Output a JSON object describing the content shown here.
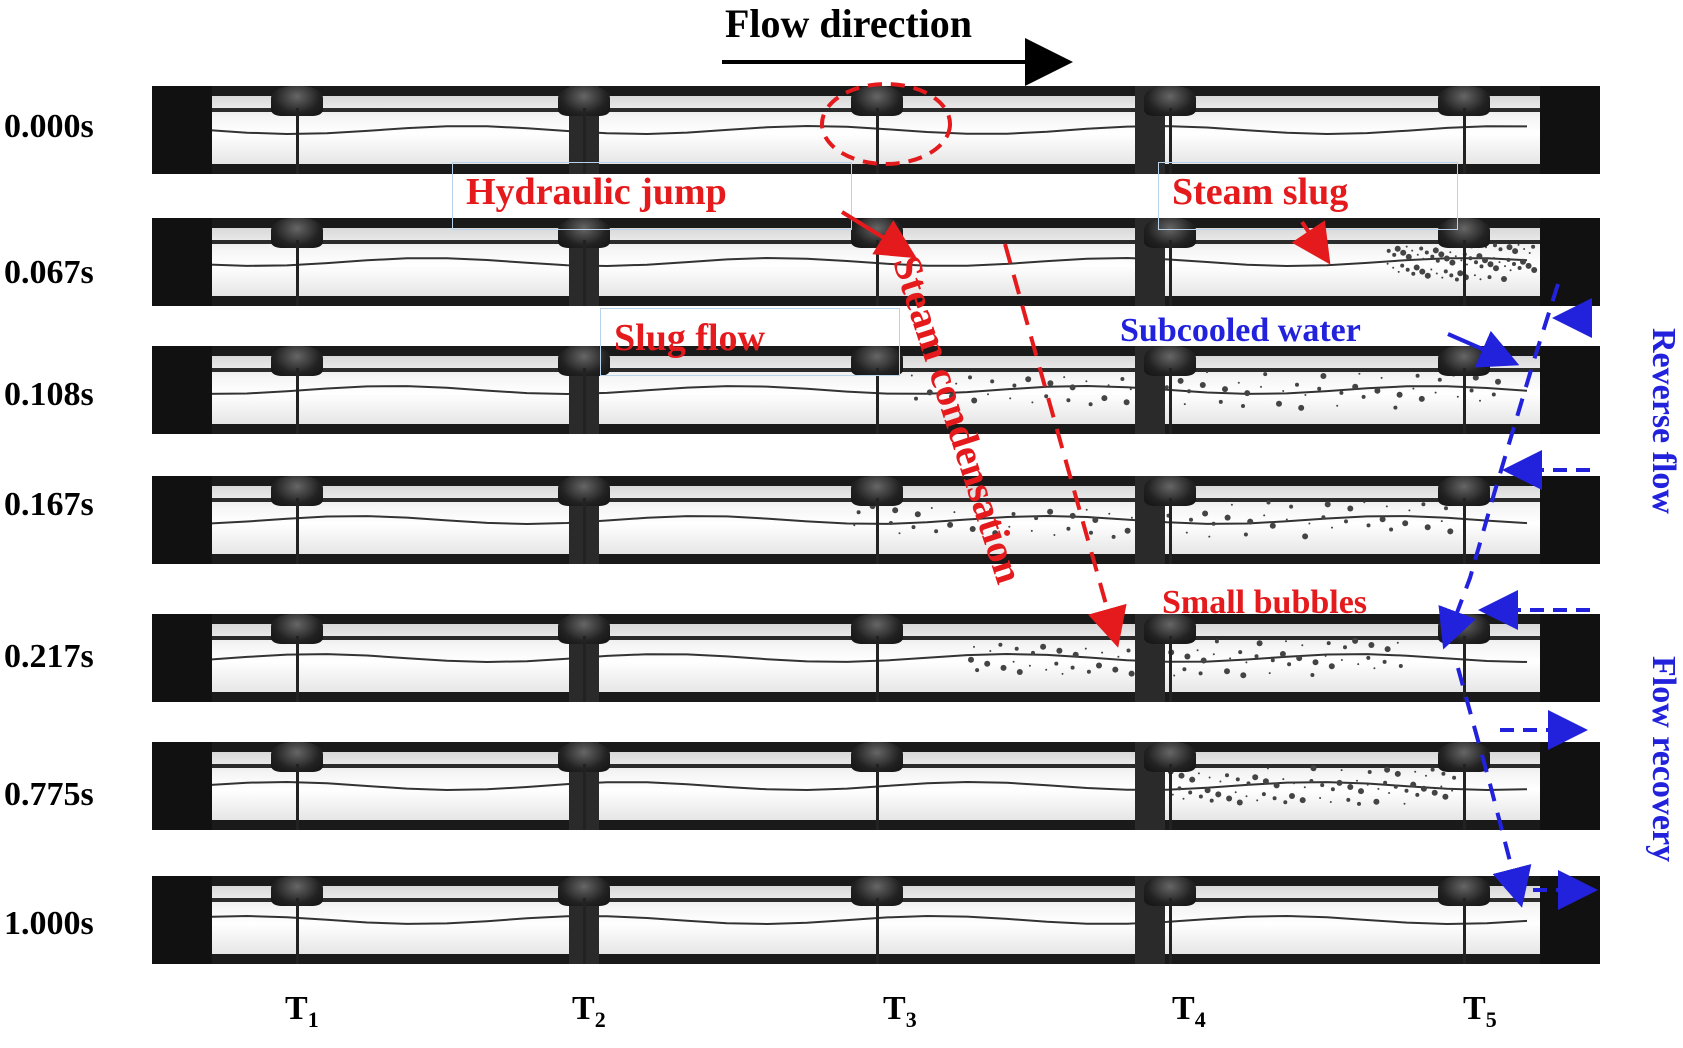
{
  "title": "Flow direction",
  "frames": [
    {
      "time": "0.000s"
    },
    {
      "time": "0.067s"
    },
    {
      "time": "0.108s"
    },
    {
      "time": "0.167s"
    },
    {
      "time": "0.217s"
    },
    {
      "time": "0.775s"
    },
    {
      "time": "1.000s"
    }
  ],
  "sensors": [
    {
      "label": "T",
      "sub": "1"
    },
    {
      "label": "T",
      "sub": "2"
    },
    {
      "label": "T",
      "sub": "3"
    },
    {
      "label": "T",
      "sub": "4"
    },
    {
      "label": "T",
      "sub": "5"
    }
  ],
  "annotations": {
    "hydraulic_jump": "Hydraulic jump",
    "steam_slug": "Steam slug",
    "slug_flow": "Slug flow",
    "subcooled_water": "Subcooled water",
    "steam_condensation": "Steam condensation",
    "small_bubbles": "Small bubbles",
    "reverse_flow": "Reverse flow",
    "flow_recovery": "Flow recovery"
  },
  "colors": {
    "red_annotation": "#e41a1c",
    "blue_annotation": "#2222dd",
    "pipe_dark": "#1a1a1a"
  }
}
